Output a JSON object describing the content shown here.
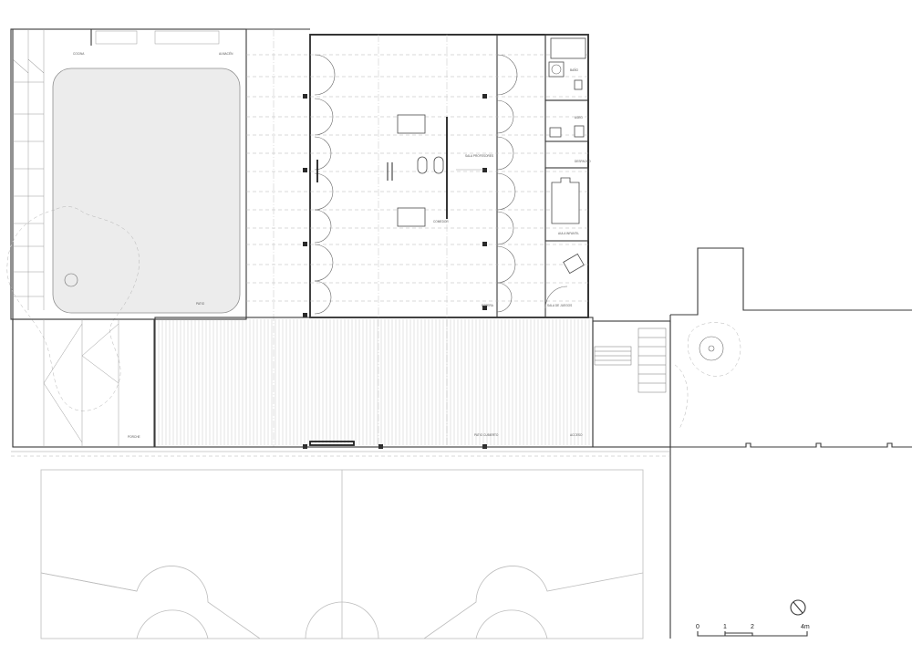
{
  "plan": {
    "room_labels": {
      "kitchen": "COCINA",
      "office": "DESPACHO",
      "bathroom": "BAÑO",
      "toilet": "ASEO",
      "staff_room": "SALA PROFESORES",
      "infant_room": "AULA INFANTIL",
      "dining": "COMEDOR",
      "store": "ALMACÉN",
      "porch": "PORCHE",
      "covered_yard": "PATIO CUBIERTO",
      "entrance": "ACCESO",
      "waiting": "ESPERA",
      "games": "SALA DE JUEGOS",
      "courtyard": "PATIO"
    },
    "scale_bar": {
      "ticks": [
        "0",
        "1",
        "2",
        "4m"
      ]
    }
  }
}
